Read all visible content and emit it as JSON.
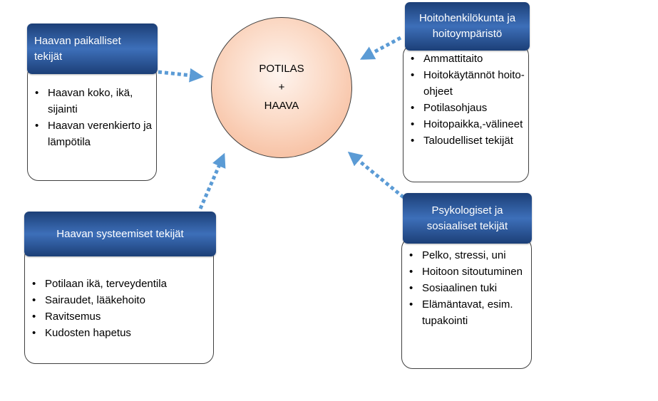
{
  "center": {
    "line1": "POTILAS",
    "line2": "+",
    "line3": "HAAVA"
  },
  "local": {
    "title": "Haavan paikalliset tekijät",
    "items": [
      "Haavan koko, ikä, sijainti",
      "Haavan verenkierto ja lämpötila"
    ]
  },
  "staff": {
    "title": "Hoitohenkilökunta ja hoitoympäristö",
    "items": [
      "Ammattitaito",
      "Hoitokäytännöt hoito-ohjeet",
      "Potilasohjaus",
      "Hoitopaikka,-välineet",
      "Taloudelliset tekijät"
    ]
  },
  "systemic": {
    "title": "Haavan systeemiset tekijät",
    "items": [
      "Potilaan ikä, terveydentila",
      "Sairaudet, lääkehoito",
      "Ravitsemus",
      "Kudosten hapetus"
    ]
  },
  "psycho": {
    "title": "Psykologiset ja sosiaaliset tekijät",
    "items": [
      "Pelko, stressi, uni",
      "Hoitoon sitoutuminen",
      "Sosiaalinen tuki",
      "Elämäntavat, esim. tupakointi"
    ]
  },
  "colors": {
    "header_dark": "#1c3f77",
    "header_light": "#3d6fb9",
    "arrow": "#5b9bd5",
    "circle": "#f5b18d"
  }
}
